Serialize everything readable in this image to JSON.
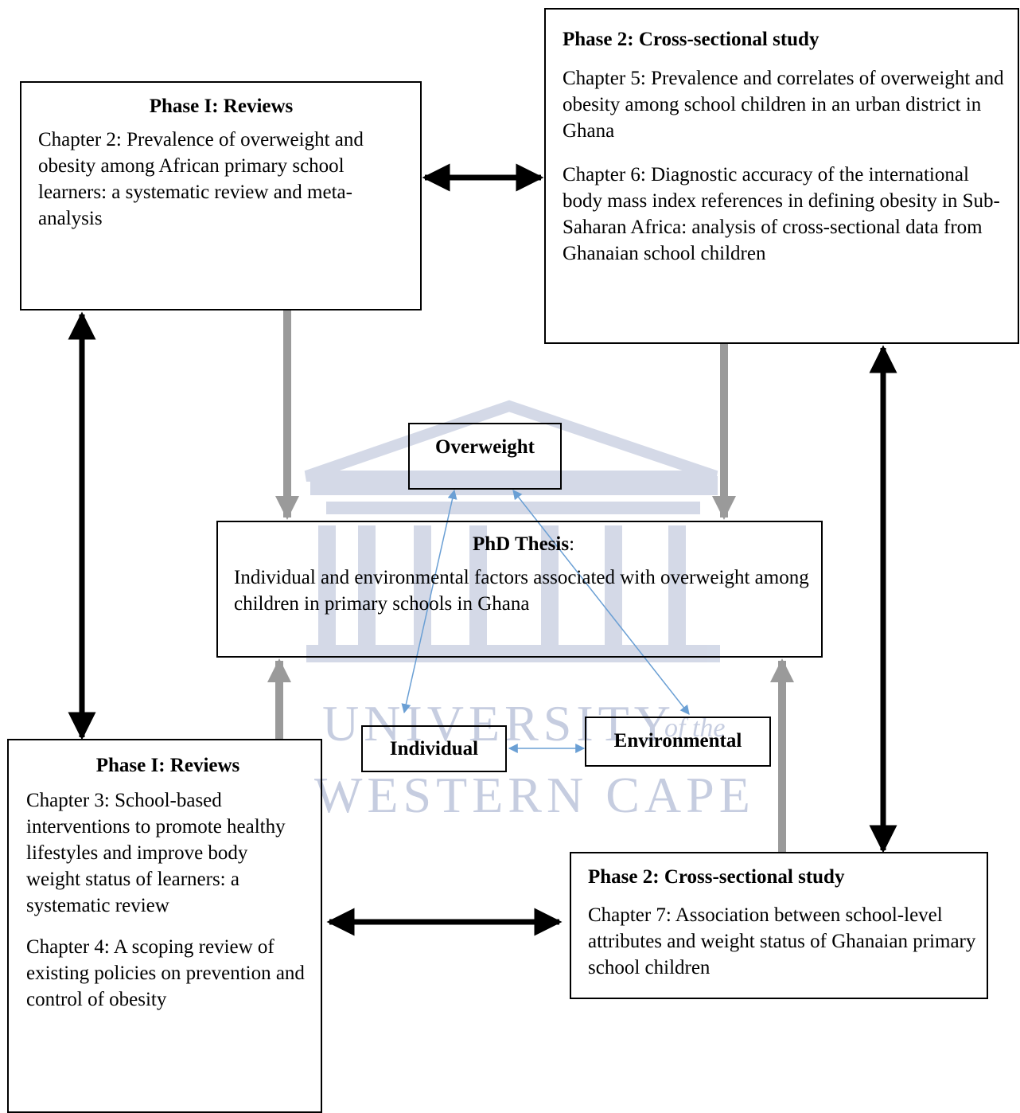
{
  "watermark": {
    "line1": "UNIVERSITY",
    "of_the": "of the",
    "line2": "WESTERN CAPE",
    "color": "#b9c2d6"
  },
  "boxes": {
    "phase1_top": {
      "title": "Phase I: Reviews",
      "chapter2": "Chapter 2: Prevalence of overweight and obesity among African primary school learners: a systematic review and meta-analysis"
    },
    "phase2_top": {
      "title": "Phase 2: Cross-sectional study",
      "chapter5": "Chapter 5: Prevalence and correlates of overweight and obesity among school children in an urban district in Ghana",
      "chapter6": "Chapter 6: Diagnostic accuracy of the international body mass index references in defining obesity in Sub-Saharan Africa: analysis of cross-sectional data from Ghanaian school children"
    },
    "overweight": {
      "label": "Overweight"
    },
    "thesis": {
      "title": "PhD Thesis",
      "colon": ":",
      "description": "Individual and environmental factors associated with overweight among children in primary schools in Ghana"
    },
    "individual": {
      "label": "Individual"
    },
    "environmental": {
      "label": "Environmental"
    },
    "phase1_bottom": {
      "title": "Phase I: Reviews",
      "chapter3": "Chapter 3: School-based interventions to promote healthy lifestyles and improve body weight status of learners: a systematic review",
      "chapter4": "Chapter 4: A scoping review of existing policies on prevention and control of obesity"
    },
    "phase2_bottom": {
      "title": "Phase 2: Cross-sectional study",
      "chapter7": "Chapter 7: Association between school-level attributes and weight status of Ghanaian primary school children"
    }
  },
  "colors": {
    "black_arrow": "#000000",
    "gray_arrow": "#9a9a9a",
    "blue_arrow": "#6a9fd4"
  }
}
